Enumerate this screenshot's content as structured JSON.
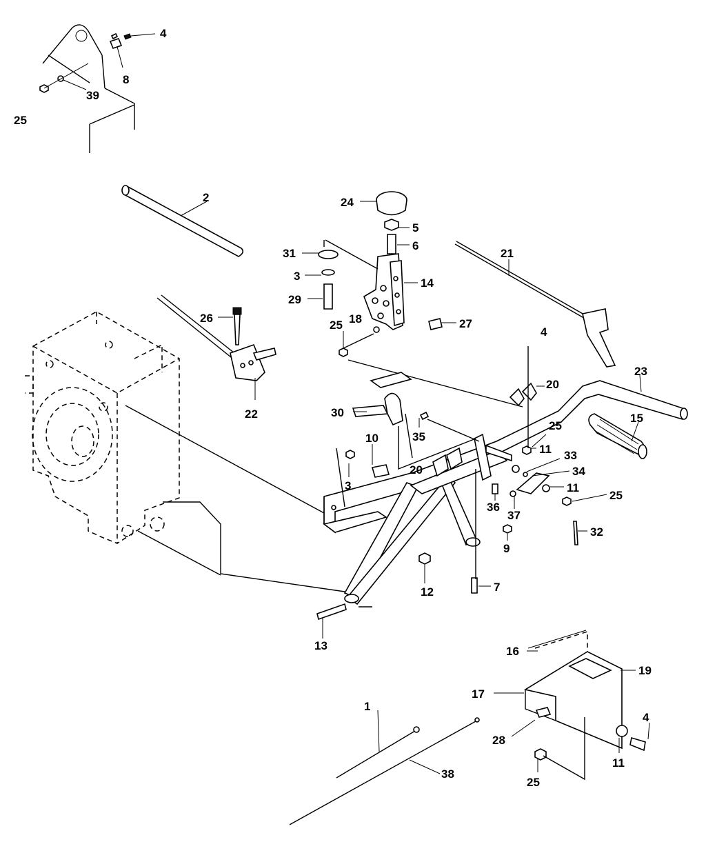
{
  "callouts": [
    {
      "id": "4a",
      "label": "4"
    },
    {
      "id": "8",
      "label": "8"
    },
    {
      "id": "39",
      "label": "39"
    },
    {
      "id": "25a",
      "label": "25"
    },
    {
      "id": "2",
      "label": "2"
    },
    {
      "id": "24",
      "label": "24"
    },
    {
      "id": "5",
      "label": "5"
    },
    {
      "id": "6",
      "label": "6"
    },
    {
      "id": "21",
      "label": "21"
    },
    {
      "id": "31",
      "label": "31"
    },
    {
      "id": "3a",
      "label": "3"
    },
    {
      "id": "14",
      "label": "14"
    },
    {
      "id": "29",
      "label": "29"
    },
    {
      "id": "26",
      "label": "26"
    },
    {
      "id": "25b",
      "label": "25"
    },
    {
      "id": "18",
      "label": "18"
    },
    {
      "id": "27",
      "label": "27"
    },
    {
      "id": "4b",
      "label": "4"
    },
    {
      "id": "22",
      "label": "22"
    },
    {
      "id": "20a",
      "label": "20"
    },
    {
      "id": "23",
      "label": "23"
    },
    {
      "id": "30",
      "label": "30"
    },
    {
      "id": "35",
      "label": "35"
    },
    {
      "id": "25c",
      "label": "25"
    },
    {
      "id": "15",
      "label": "15"
    },
    {
      "id": "10",
      "label": "10"
    },
    {
      "id": "11a",
      "label": "11"
    },
    {
      "id": "33",
      "label": "33"
    },
    {
      "id": "20b",
      "label": "20"
    },
    {
      "id": "34",
      "label": "34"
    },
    {
      "id": "3b",
      "label": "3"
    },
    {
      "id": "11b",
      "label": "11"
    },
    {
      "id": "25d",
      "label": "25"
    },
    {
      "id": "36",
      "label": "36"
    },
    {
      "id": "37",
      "label": "37"
    },
    {
      "id": "32",
      "label": "32"
    },
    {
      "id": "9",
      "label": "9"
    },
    {
      "id": "12",
      "label": "12"
    },
    {
      "id": "7",
      "label": "7"
    },
    {
      "id": "13",
      "label": "13"
    },
    {
      "id": "16",
      "label": "16"
    },
    {
      "id": "19",
      "label": "19"
    },
    {
      "id": "17",
      "label": "17"
    },
    {
      "id": "1",
      "label": "1"
    },
    {
      "id": "4c",
      "label": "4"
    },
    {
      "id": "28",
      "label": "28"
    },
    {
      "id": "38",
      "label": "38"
    },
    {
      "id": "11c",
      "label": "11"
    },
    {
      "id": "25e",
      "label": "25"
    }
  ]
}
